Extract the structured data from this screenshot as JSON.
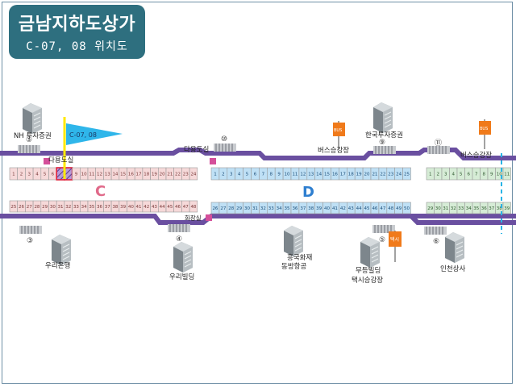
{
  "header": {
    "title": "금남지하도상가",
    "subtitle": "C-07, 08 위치도"
  },
  "flag": {
    "label": "C-07, 08"
  },
  "zones": {
    "c": "C",
    "d": "D"
  },
  "labels": {
    "nh": "NH 투자증권",
    "dayong1": "다용도실",
    "dayong2": "다용도실",
    "bus1": "버스승강장",
    "hanguk": "한국투자증권",
    "bus2": "버스승강장",
    "hwajang": "화장실",
    "woori_bank": "우리은행",
    "woori_bldg": "우리빌딩",
    "heungkuk_1": "흥국화재",
    "heungkuk_2": "동방항공",
    "mudeung_1": "무등빌딩",
    "mudeung_2": "택시승강장",
    "incheon": "인천상사"
  },
  "signs": {
    "bus": "BUS",
    "taxi": "택시"
  },
  "exits": [
    "⑤",
    "⑩",
    "⑨",
    "⑪",
    "③",
    "④",
    "⑤",
    "⑥"
  ],
  "shops": {
    "c_top": [
      "1",
      "2",
      "3",
      "4",
      "5",
      "6",
      "7",
      "8",
      "9",
      "10",
      "11",
      "12",
      "13",
      "14",
      "15",
      "16",
      "17",
      "18",
      "19",
      "20",
      "21",
      "22",
      "23",
      "24"
    ],
    "c_bottom": [
      "25",
      "26",
      "27",
      "28",
      "29",
      "30",
      "31",
      "32",
      "33",
      "34",
      "35",
      "36",
      "37",
      "38",
      "39",
      "40",
      "41",
      "42",
      "43",
      "44",
      "45",
      "46",
      "47",
      "48"
    ],
    "d_top": [
      "1",
      "2",
      "3",
      "4",
      "5",
      "6",
      "7",
      "8",
      "9",
      "10",
      "11",
      "12",
      "13",
      "14",
      "15",
      "16",
      "17",
      "18",
      "19",
      "20",
      "21",
      "22",
      "23",
      "24",
      "25"
    ],
    "d_bottom": [
      "26",
      "27",
      "28",
      "29",
      "30",
      "31",
      "32",
      "33",
      "34",
      "35",
      "36",
      "37",
      "38",
      "39",
      "40",
      "41",
      "42",
      "43",
      "44",
      "45",
      "46",
      "47",
      "48",
      "49",
      "50"
    ],
    "e_top": [
      "1",
      "2",
      "3",
      "4",
      "5",
      "6",
      "7",
      "8",
      "9",
      "10",
      "11"
    ],
    "e_bottom": [
      "29",
      "30",
      "31",
      "32",
      "33",
      "34",
      "35",
      "36",
      "37",
      "38",
      "39"
    ]
  },
  "highlight": {
    "shop_c": "7",
    "shop_c2": "8"
  },
  "colors": {
    "header_bg": "#2e6f7f",
    "corridor": "#6a4fa0",
    "c_shop_fill": "#f6d9d9",
    "d_shop_fill": "#bfe0f5",
    "e_shop_fill": "#d6ecd6",
    "flag": "#2fb6ea",
    "sign": "#f07a1a",
    "dashed_line": "#28b4e6"
  }
}
